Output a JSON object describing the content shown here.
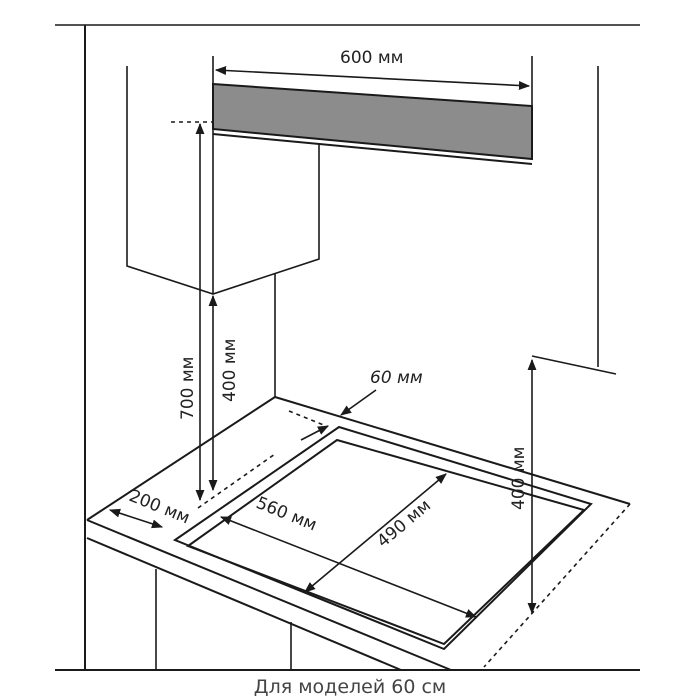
{
  "dimensions": {
    "hood_width": "600 мм",
    "hood_height_from_counter": "700 мм",
    "cabinet_height_from_counter": "400 мм",
    "side_gap": "60 мм",
    "front_gap": "200 мм",
    "cutout_width": "560 мм",
    "cutout_depth": "490 мм",
    "right_side_height": "400 мм"
  },
  "caption": "Для моделей 60 см",
  "colors": {
    "hood": "#8c8c8c",
    "line": "#1a1a1a"
  }
}
